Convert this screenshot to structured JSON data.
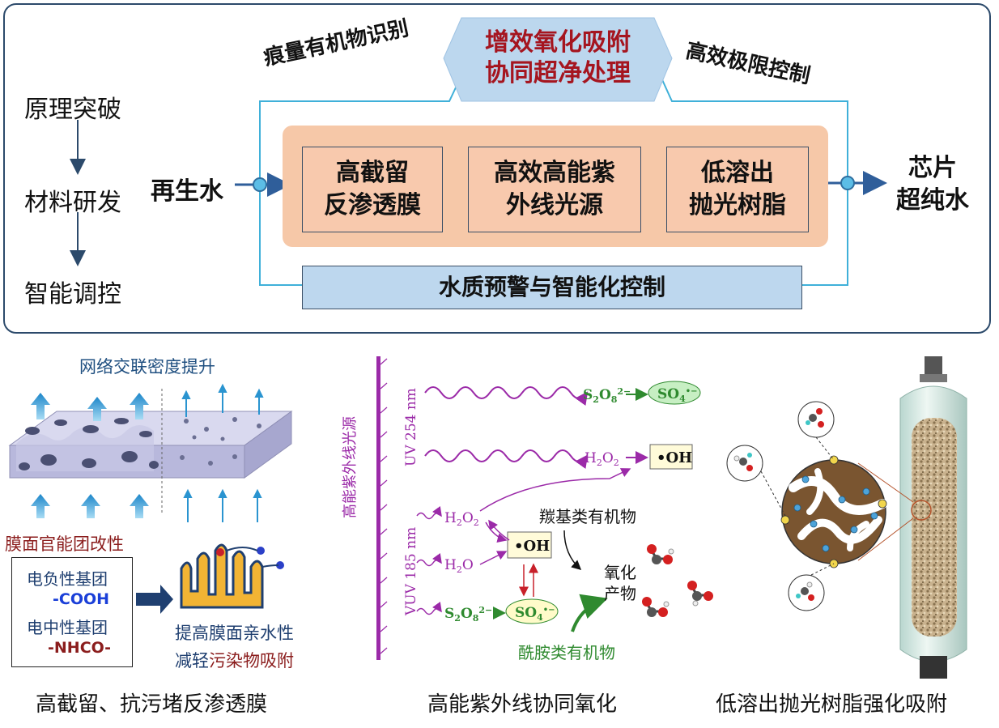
{
  "top": {
    "left_steps": [
      "原理突破",
      "材料研发",
      "智能调控"
    ],
    "input_label": "再生水",
    "output_label_line1": "芯片",
    "output_label_line2": "超纯水",
    "hex_line1": "增效氧化吸附",
    "hex_line2": "协同超净处理",
    "tag_left": "痕量有机物识别",
    "tag_right": "高效极限控制",
    "unit1_line1": "高截留",
    "unit1_line2": "反渗透膜",
    "unit2_line1": "高效高能紫",
    "unit2_line2": "外线光源",
    "unit3_line1": "低溶出",
    "unit3_line2": "抛光树脂",
    "control_bar": "水质预警与智能化控制"
  },
  "panel_membrane": {
    "crosslink_label": "网络交联密度提升",
    "modification_title": "膜面官能团改性",
    "neg_group": "电负性基团",
    "neg_formula": "-COOH",
    "neu_group": "电中性基团",
    "neu_formula": "-NHCO-",
    "benefit1": "提高膜面亲水性",
    "benefit2_prefix": "减轻",
    "benefit2_highlight": "污染物吸附",
    "caption": "高截留、抗污堵反渗透膜"
  },
  "panel_uv": {
    "source_label": "高能紫外线光源",
    "uv254": "UV 254 nm",
    "vuv185": "VUV 185 nm",
    "carbonyl": "羰基类有机物",
    "oxidation_product_line1": "氧化",
    "oxidation_product_line2": "产物",
    "amide": "酰胺类有机物",
    "caption": "高能紫外线协同氧化"
  },
  "panel_resin": {
    "caption": "低溶出抛光树脂强化吸附"
  },
  "colors": {
    "frame": "#2c4a6b",
    "unit_fill": "#f8c9ad",
    "process_box": "#f6c8a8",
    "hex_fill": "#bcd7ee",
    "control_fill": "#bdd7ee",
    "accent_red": "#a5151f",
    "flow_line": "#3fb0d9",
    "uv_purple": "#9b2aa8",
    "green": "#2f8a2f"
  }
}
